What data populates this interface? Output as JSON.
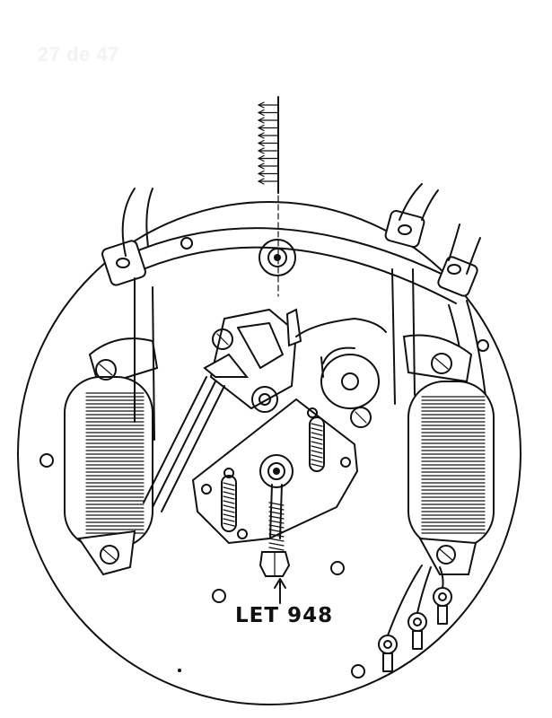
{
  "page_counter": "27 de 47",
  "figure": {
    "label": "LET 948",
    "colors": {
      "ink": "#111111",
      "paper": "#ffffff",
      "counter": "#f2f2f2"
    },
    "icons": [
      "contact-breaker-diagram",
      "arrow-up-icon",
      "ignition-coil-icon",
      "screw-icon",
      "capacitor-icon",
      "terminal-post-icon"
    ]
  }
}
